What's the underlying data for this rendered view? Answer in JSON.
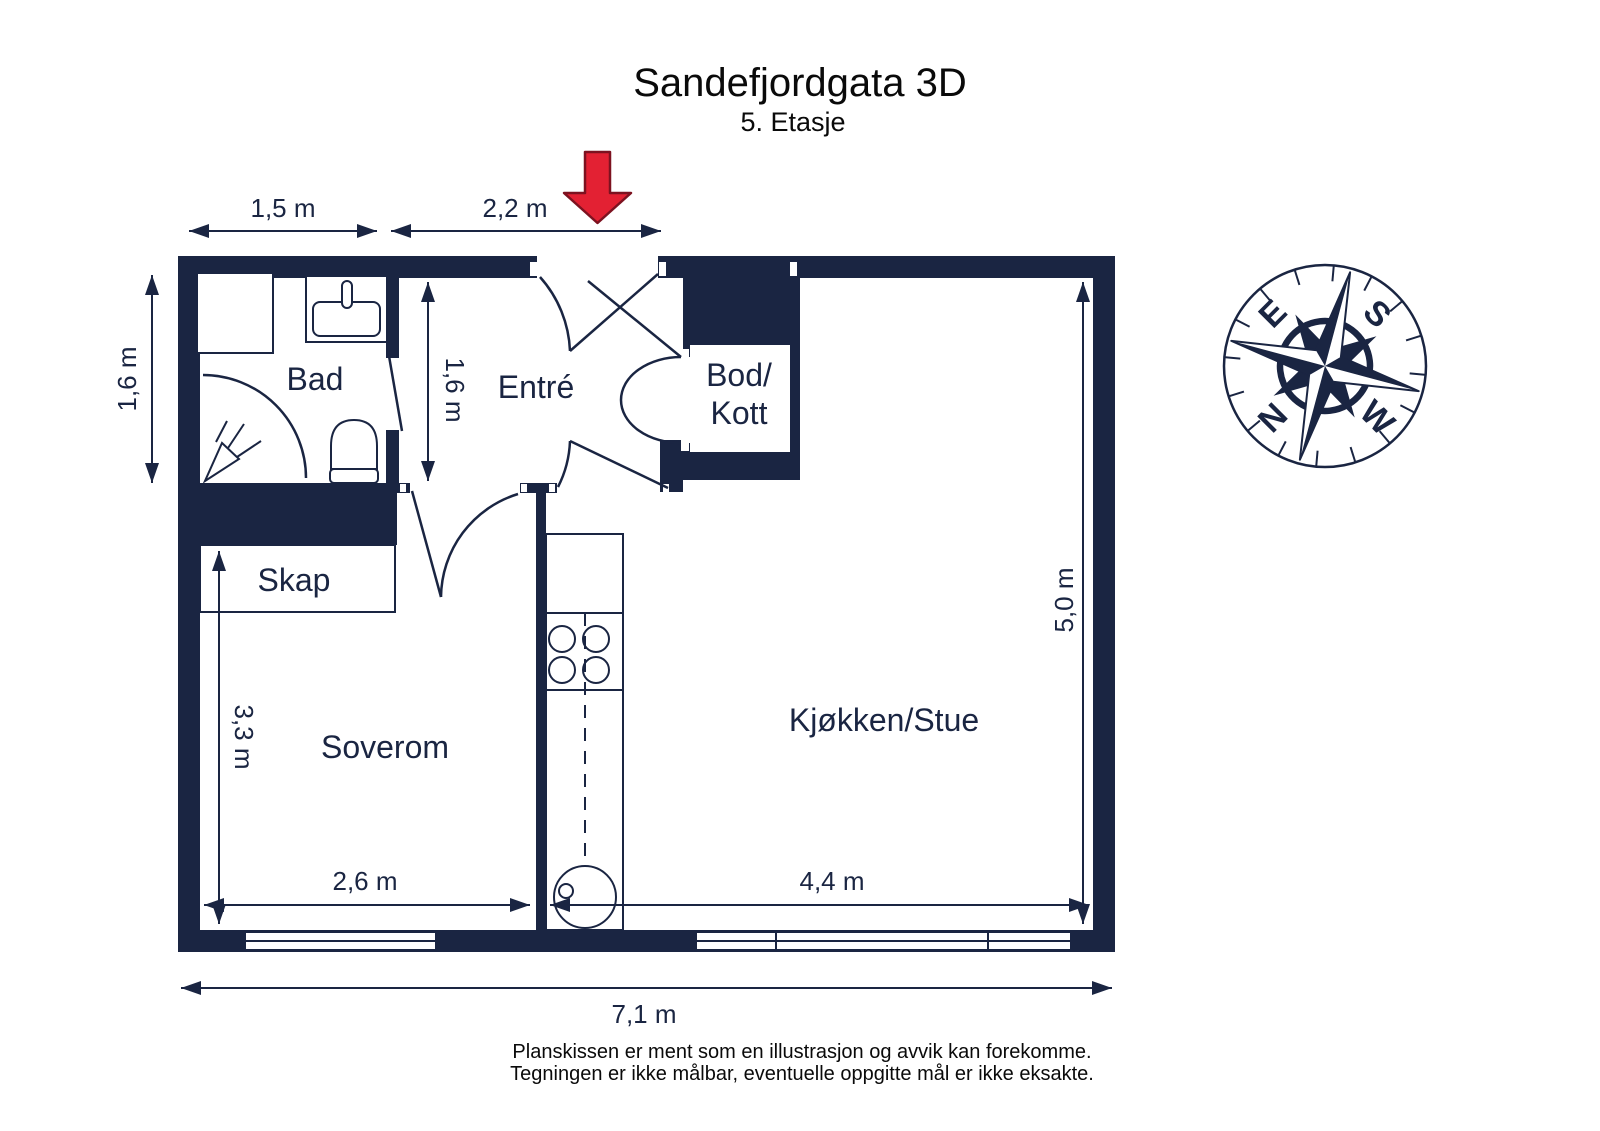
{
  "title": "Sandefjordgata 3D",
  "subtitle": "5. Etasje",
  "rooms": {
    "bad": "Bad",
    "entre": "Entré",
    "bod_line1": "Bod/",
    "bod_line2": "Kott",
    "skap": "Skap",
    "soverom": "Soverom",
    "kjokken_stue": "Kjøkken/Stue"
  },
  "dimensions": {
    "bad_width": "1,5 m",
    "entrance_width": "2,2 m",
    "bad_depth": "1,6 m",
    "entre_depth": "1,6 m",
    "kjokken_depth": "5,0 m",
    "soverom_depth": "3,3 m",
    "soverom_width": "2,6 m",
    "kjokken_width": "4,4 m",
    "total_width": "7,1 m"
  },
  "compass": {
    "east": "E",
    "south": "S",
    "west": "W",
    "north": "N"
  },
  "footer": {
    "line1": "Planskissen er ment som en illustrasjon og avvik kan forekomme.",
    "line2": "Tegningen er ikke målbar, eventuelle oppgitte mål er ikke eksakte."
  },
  "colors": {
    "wall_navy": "#1a2542",
    "arrow_red": "#e32133",
    "background": "#ffffff"
  }
}
